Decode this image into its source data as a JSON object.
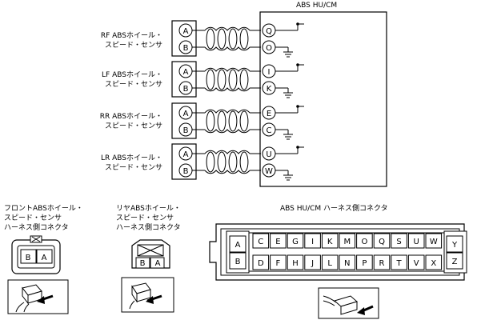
{
  "module": {
    "title": "ABS HU/CM"
  },
  "sensors": [
    {
      "name_line1": "RF ABSホイール・",
      "name_line2": "スピード・センサ",
      "pins": [
        "A",
        "B"
      ],
      "module_pins": [
        "Q",
        "O"
      ]
    },
    {
      "name_line1": "LF ABSホイール・",
      "name_line2": "スピード・センサ",
      "pins": [
        "A",
        "B"
      ],
      "module_pins": [
        "I",
        "K"
      ]
    },
    {
      "name_line1": "RR ABSホイール・",
      "name_line2": "スピード・センサ",
      "pins": [
        "A",
        "B"
      ],
      "module_pins": [
        "E",
        "C"
      ]
    },
    {
      "name_line1": "LR ABSホイール・",
      "name_line2": "スピード・センサ",
      "pins": [
        "A",
        "B"
      ],
      "module_pins": [
        "U",
        "W"
      ]
    }
  ],
  "connectors": {
    "front": {
      "line1": "フロントABSホイール・",
      "line2": "スピード・センサ",
      "line3": "ハーネス側コネクタ",
      "pins": [
        "B",
        "A"
      ]
    },
    "rear": {
      "line1": "リヤABSホイール・",
      "line2": "スピード・センサ",
      "line3": "ハーネス側コネクタ",
      "pins": [
        "B",
        "A"
      ]
    },
    "module": {
      "title": "ABS HU/CM ハーネス側コネクタ",
      "top_row": [
        "A",
        "C",
        "E",
        "G",
        "I",
        "K",
        "M",
        "O",
        "Q",
        "S",
        "U",
        "W",
        "Y"
      ],
      "bottom_row": [
        "B",
        "D",
        "F",
        "H",
        "J",
        "L",
        "N",
        "P",
        "R",
        "T",
        "V",
        "X",
        "Z"
      ]
    }
  }
}
